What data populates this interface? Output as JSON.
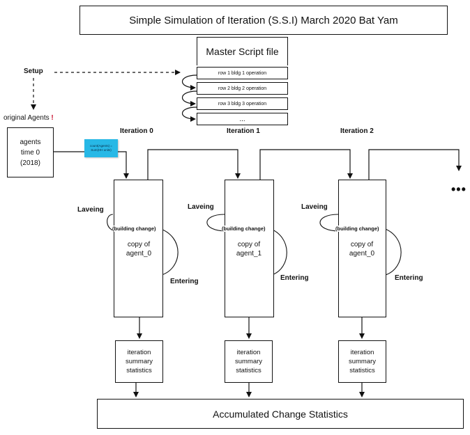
{
  "title": "Simple Simulation of Iteration (S.S.I) March 2020 Bat Yam",
  "master_script": {
    "title": "Master Script file",
    "rows": [
      "row 1 bldg 1 operation",
      "row 2 bldg 2 operation",
      "row 3 bldg 3 operation",
      "..."
    ]
  },
  "setup_label": "Setup",
  "original_agents": {
    "label": "original Agents",
    "alert_glyph": "!",
    "box_lines": [
      "agents",
      "time 0",
      "(2018)"
    ]
  },
  "sticky_note": {
    "lines": [
      "count(Agents) =",
      "Sum(HH units)"
    ],
    "color": "#27b8e6"
  },
  "iterations": [
    {
      "label": "Iteration 0",
      "copy_lines": [
        "copy of",
        "agent_0"
      ],
      "leaving": "Laveing",
      "entering": "Entering",
      "building_change": "(building change)",
      "stats_lines": [
        "iteration",
        "summary",
        "statistics"
      ]
    },
    {
      "label": "Iteration 1",
      "copy_lines": [
        "copy of",
        "agent_1"
      ],
      "leaving": "Laveing",
      "entering": "Entering",
      "building_change": "(building change)",
      "stats_lines": [
        "iteration",
        "summary",
        "statistics"
      ]
    },
    {
      "label": "Iteration 2",
      "copy_lines": [
        "copy of",
        "agent_0"
      ],
      "leaving": "Laveing",
      "entering": "Entering",
      "building_change": "(building change)",
      "stats_lines": [
        "iteration",
        "summary",
        "statistics"
      ]
    }
  ],
  "continuation": "•••",
  "accumulated": "Accumulated Change Statistics"
}
